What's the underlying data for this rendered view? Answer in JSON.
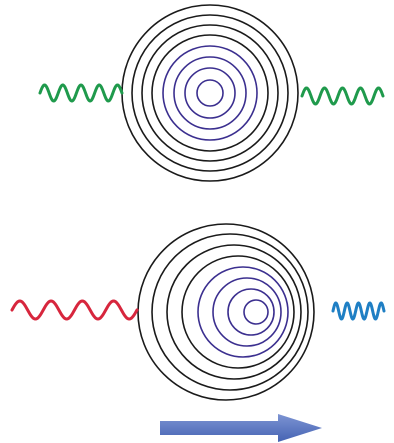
{
  "panels": [
    {
      "name": "stationary-source",
      "description_hidden": "",
      "rings_outer_color": "#1a1a1a",
      "rings_inner_color": "#3b2f8f",
      "left_wave": {
        "color": "#1f9a4c",
        "kind": "equal-wavelength"
      },
      "right_wave": {
        "color": "#1f9a4c",
        "kind": "equal-wavelength"
      }
    },
    {
      "name": "moving-source",
      "rings_outer_color": "#1a1a1a",
      "rings_inner_color": "#3b2f8f",
      "left_wave": {
        "color": "#d7263d",
        "kind": "long-wavelength"
      },
      "right_wave": {
        "color": "#1f7fc4",
        "kind": "short-wavelength"
      },
      "motion_arrow": {
        "color": "#5b78c4",
        "direction": "right"
      }
    }
  ],
  "colors": {
    "background": "#ffffff",
    "green": "#1f9a4c",
    "red": "#d7263d",
    "blue": "#1f7fc4",
    "arrow": "#5b78c4",
    "ring_dark": "#1a1a1a",
    "ring_inner": "#3b2f8f"
  },
  "icons": [
    "concentric-rings-icon",
    "wave-icon",
    "right-arrow-icon"
  ]
}
